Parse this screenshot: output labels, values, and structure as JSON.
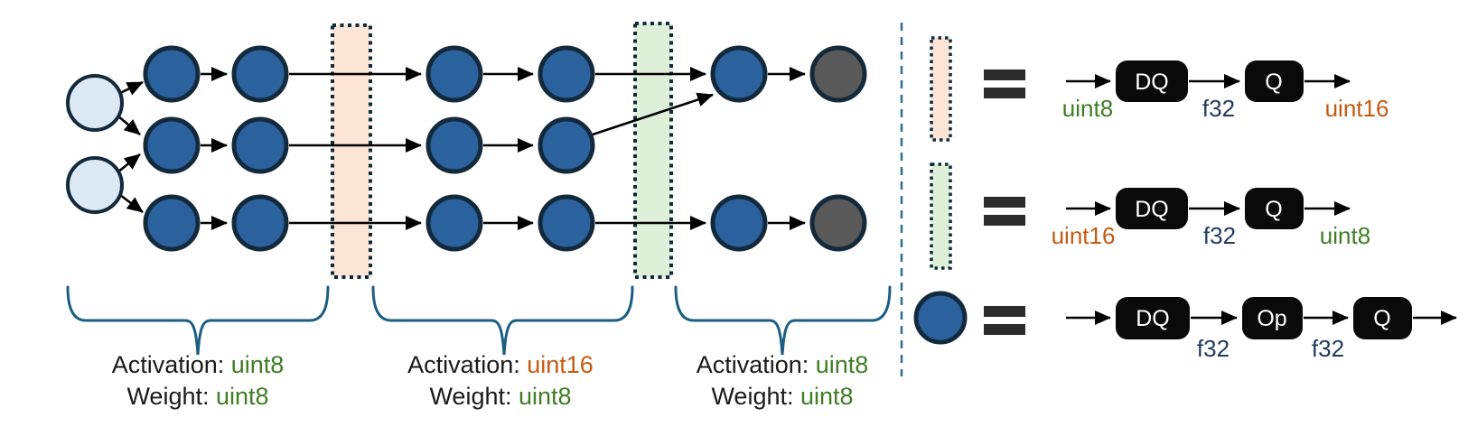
{
  "colors": {
    "node_blue": "#2b629e",
    "node_light": "#dce9f5",
    "node_gray": "#595959",
    "node_stroke": "#13293c",
    "band_peach": "#fce4d6",
    "band_green": "#def0d8",
    "band_border": "#0e2a3b",
    "brace": "#1b5e82",
    "divider": "#2e6e96",
    "equals": "#2b2b2b",
    "box": "#0a0a0a",
    "text": "#1a1a1a",
    "green": "#3f7d23",
    "orange": "#c55a11",
    "navy": "#1f3a5f"
  },
  "groups": [
    {
      "activation_label": "Activation: ",
      "activation_value": "uint8",
      "activation_value_color": "#3f7d23",
      "weight_label": "Weight: ",
      "weight_value": "uint8",
      "weight_value_color": "#3f7d23"
    },
    {
      "activation_label": "Activation: ",
      "activation_value": "uint16",
      "activation_value_color": "#c55a11",
      "weight_label": "Weight: ",
      "weight_value": "uint8",
      "weight_value_color": "#3f7d23"
    },
    {
      "activation_label": "Activation: ",
      "activation_value": "uint8",
      "activation_value_color": "#3f7d23",
      "weight_label": "Weight: ",
      "weight_value": "uint8",
      "weight_value_color": "#3f7d23"
    }
  ],
  "legend": {
    "rows": [
      {
        "symbol": "peach-band",
        "boxes": [
          "DQ",
          "Q"
        ],
        "input": "uint8",
        "input_color": "#3f7d23",
        "middle": "f32",
        "middle_color": "#1f3a5f",
        "output": "uint16",
        "output_color": "#c55a11"
      },
      {
        "symbol": "green-band",
        "boxes": [
          "DQ",
          "Q"
        ],
        "input": "uint16",
        "input_color": "#c55a11",
        "middle": "f32",
        "middle_color": "#1f3a5f",
        "output": "uint8",
        "output_color": "#3f7d23"
      },
      {
        "symbol": "blue-node",
        "boxes": [
          "DQ",
          "Op",
          "Q"
        ],
        "mid1": "f32",
        "mid1_color": "#1f3a5f",
        "mid2": "f32",
        "mid2_color": "#1f3a5f"
      }
    ]
  }
}
